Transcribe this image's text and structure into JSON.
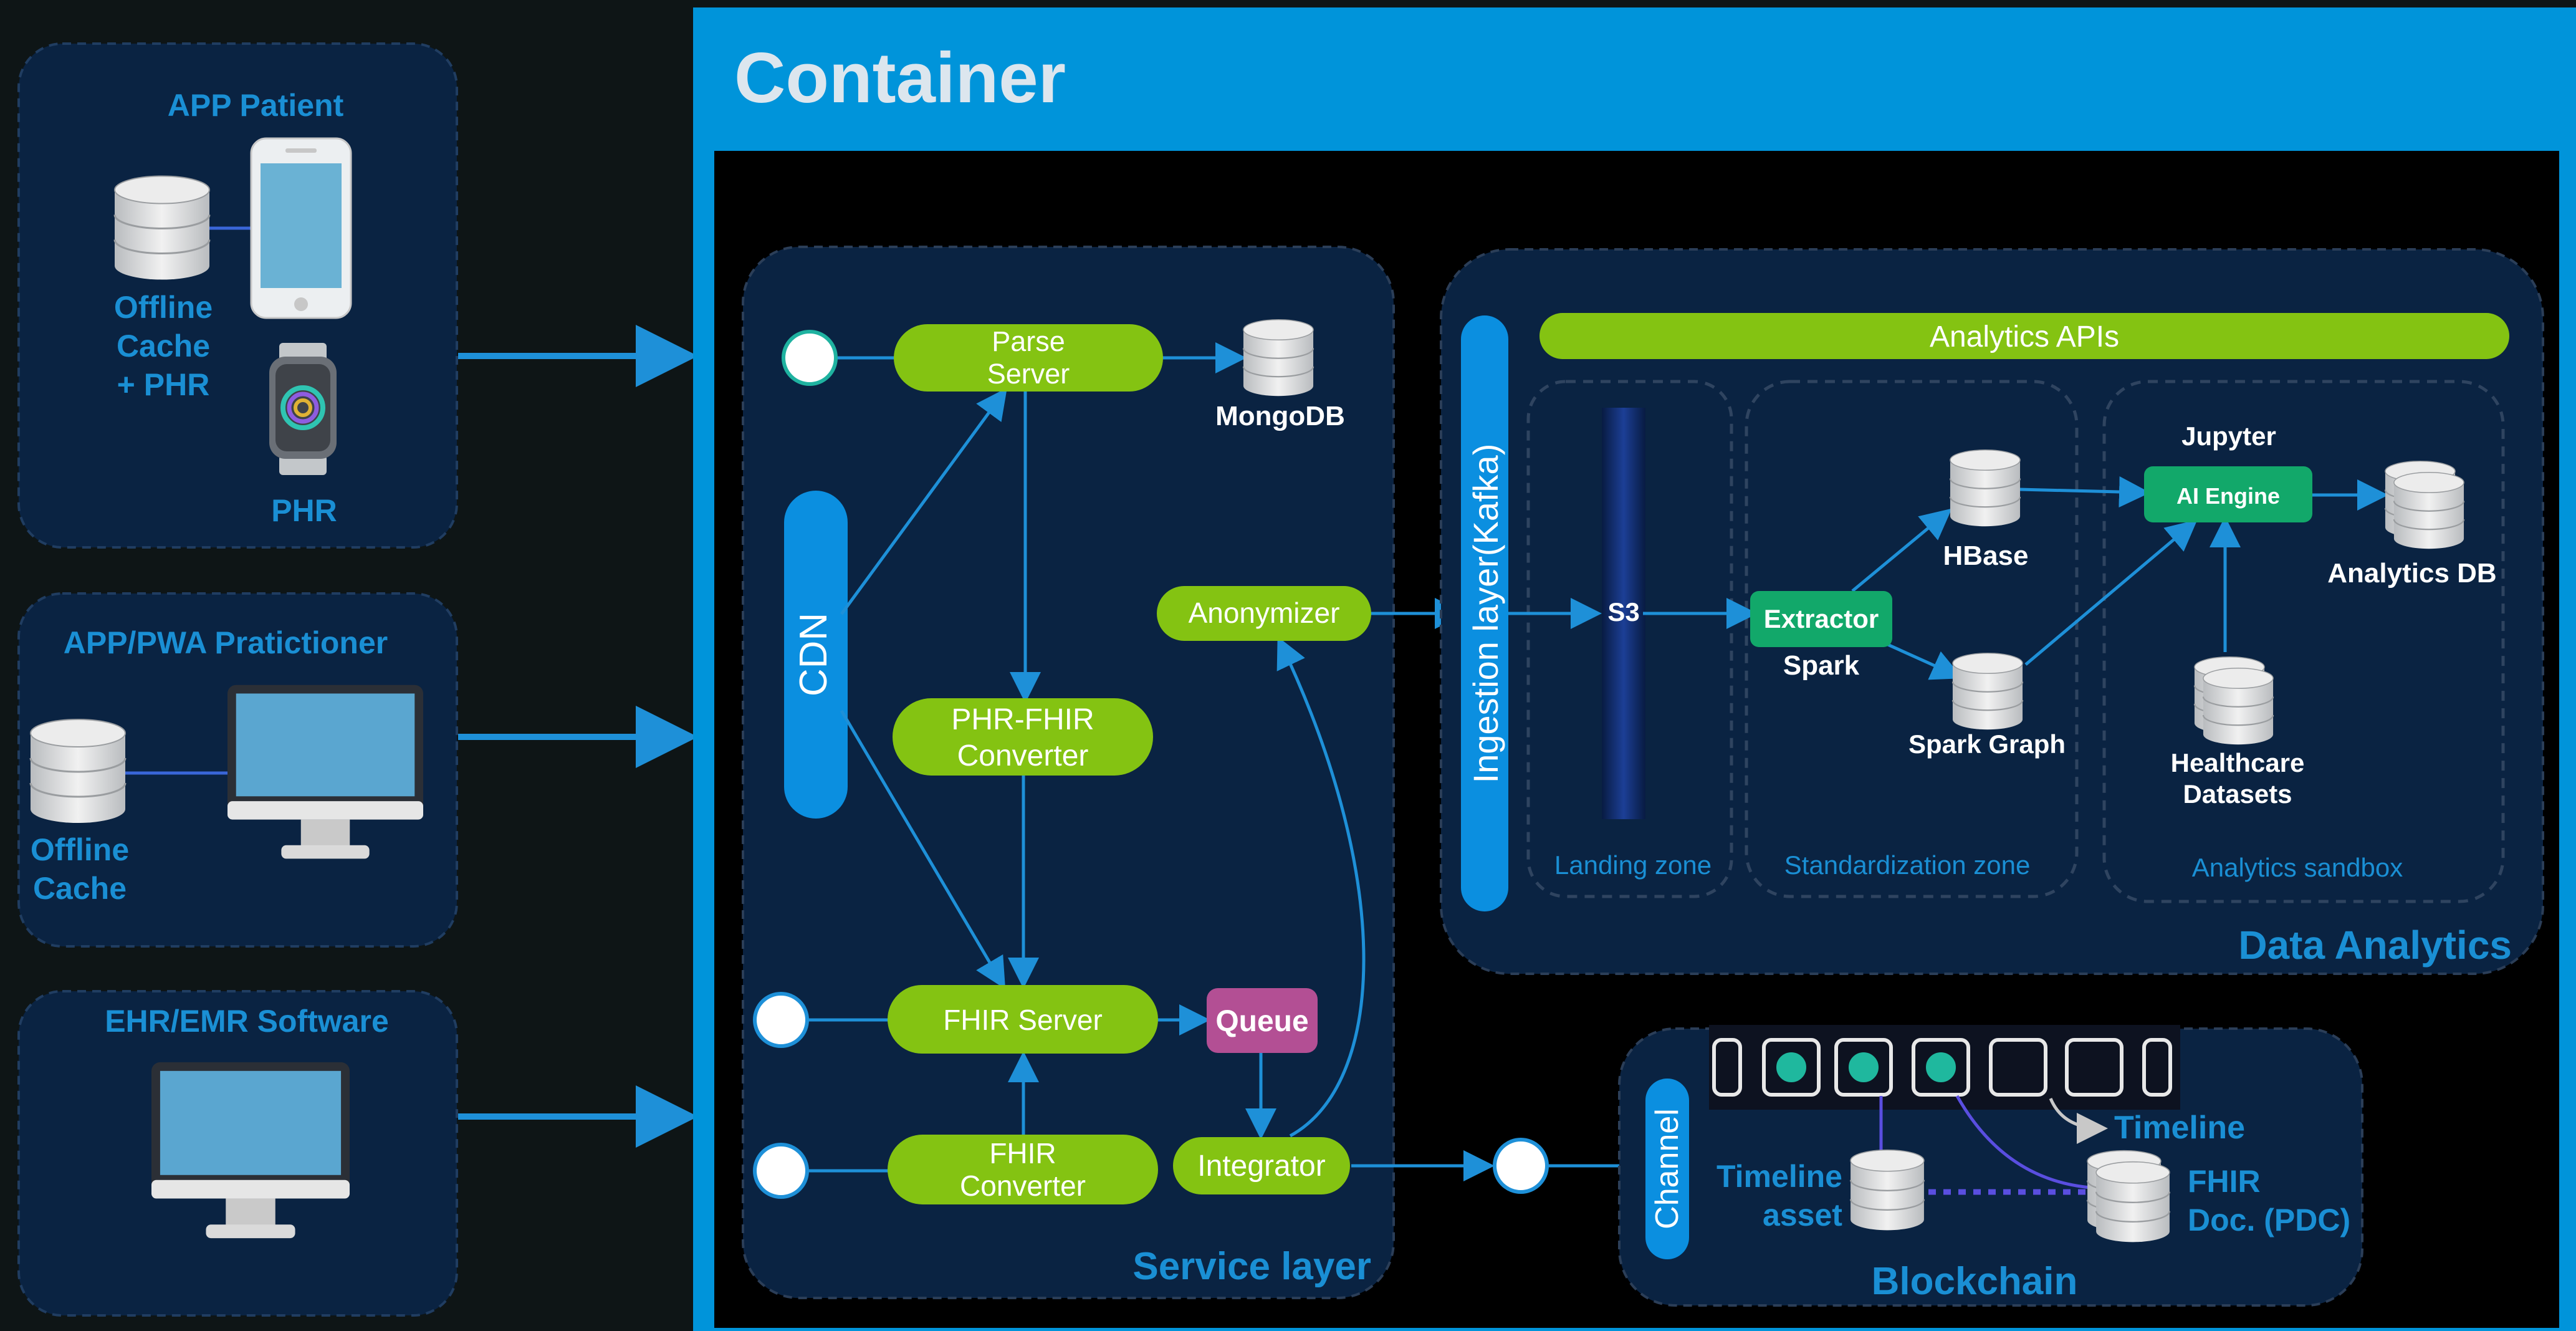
{
  "clients": {
    "patient": {
      "title": "APP Patient",
      "cache_label": [
        "Offline",
        "Cache",
        "+ PHR"
      ],
      "watch_label": "PHR"
    },
    "practitioner": {
      "title": "APP/PWA Pratictioner",
      "cache_label": [
        "Offline",
        "Cache"
      ]
    },
    "ehr": {
      "title": "EHR/EMR Software"
    }
  },
  "container": {
    "title": "Container"
  },
  "service_layer": {
    "title": "Service layer",
    "cdn": "CDN",
    "parse_server": [
      "Parse",
      "Server"
    ],
    "mongodb": "MongoDB",
    "anonymizer": "Anonymizer",
    "phr_fhir": [
      "PHR-FHIR",
      "Converter"
    ],
    "fhir_server": "FHIR Server",
    "queue": "Queue",
    "fhir_converter": [
      "FHIR",
      "Converter"
    ],
    "integrator": "Integrator"
  },
  "data_analytics": {
    "title": "Data Analytics",
    "ingestion": "Ingestion layer(Kafka)",
    "apis": "Analytics APIs",
    "landing_zone": "Landing zone",
    "s3": "S3",
    "standardization_zone": "Standardization zone",
    "extractor": "Extractor",
    "spark": "Spark",
    "hbase": "HBase",
    "spark_graph": "Spark Graph",
    "analytics_sandbox": "Analytics sandbox",
    "jupyter": "Jupyter",
    "ai_engine": "AI Engine",
    "analytics_db": "Analytics DB",
    "healthcare_datasets": [
      "Healthcare",
      "Datasets"
    ]
  },
  "blockchain": {
    "title": "Blockchain",
    "channel": "Channel",
    "timeline": "Timeline",
    "timeline_asset": [
      "Timeline",
      "asset"
    ],
    "fhir_doc": [
      "FHIR",
      "Doc. (PDC)"
    ]
  },
  "colors": {
    "background": "#0e1516",
    "panel": "#0a2342",
    "container_blue": "#0094da",
    "green": "#84c312",
    "dark_green": "#12a86a",
    "queue_purple": "#b34f94",
    "label_blue": "#1a8fd4",
    "arrow_blue": "#1e90d8"
  }
}
